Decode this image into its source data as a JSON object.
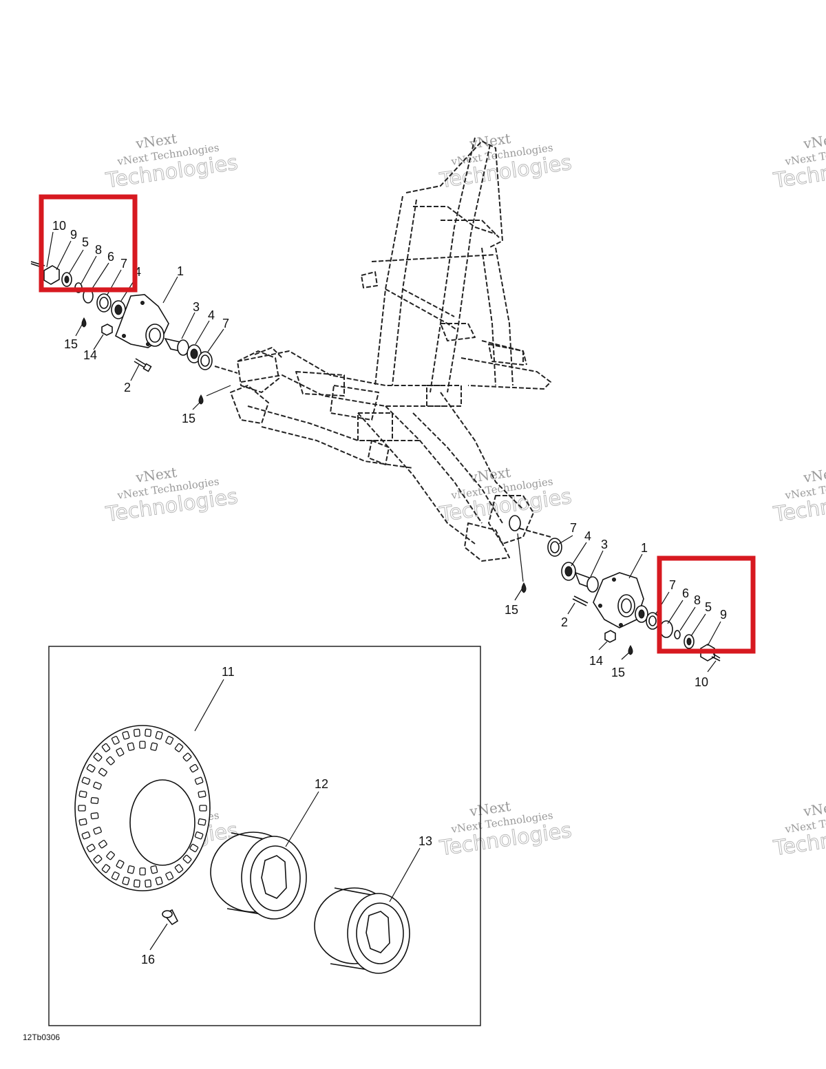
{
  "watermark": {
    "line1": "vNext",
    "line2": "vNext Technologies",
    "line3": "Technologies"
  },
  "callouts": {
    "left_hub": [
      "10",
      "9",
      "5",
      "8",
      "6",
      "7",
      "4",
      "1",
      "3",
      "4",
      "7",
      "15",
      "14",
      "2",
      "15"
    ],
    "right_hub": [
      "7",
      "4",
      "3",
      "1",
      "7",
      "6",
      "8",
      "5",
      "9",
      "15",
      "2",
      "14",
      "15",
      "10"
    ],
    "wheel_inset": [
      "11",
      "12",
      "13",
      "16"
    ]
  },
  "reference_code": "12Tb0306",
  "colors": {
    "highlight": "#d71920",
    "line": "#111111",
    "background": "#ffffff"
  }
}
